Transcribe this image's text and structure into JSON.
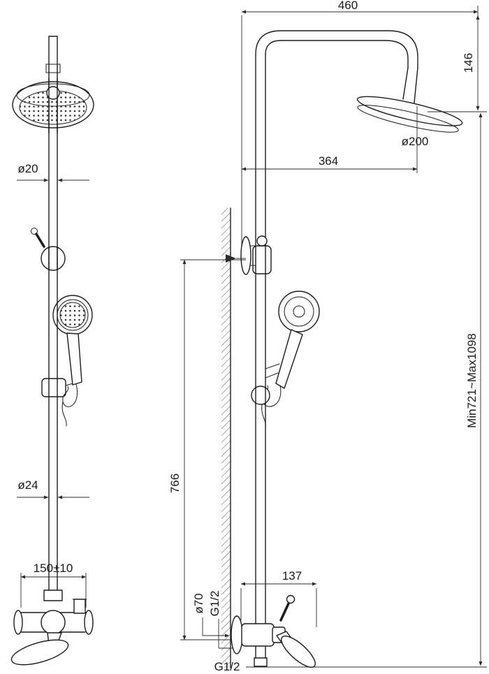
{
  "colors": {
    "line": "#1c1c1c",
    "dimension": "#2b2b2b",
    "background": "#ffffff"
  },
  "drawing": {
    "kind": "shower-column-technical-drawing",
    "views": {
      "front": {
        "pipe_upper_diameter": "ø20",
        "pipe_lower_diameter": "ø24",
        "valve_center_distance": "150±10"
      },
      "side": {
        "top_width": "460",
        "head_drop": "146",
        "head_diameter": "ø200",
        "head_offset": "364",
        "bracket_height": "766",
        "height_range": "Min721~Max1098",
        "valve_depth": "137",
        "escutcheon_diameter": "ø70",
        "inlet_thread": "G1/2",
        "outlet_thread": "G1/2"
      }
    }
  }
}
